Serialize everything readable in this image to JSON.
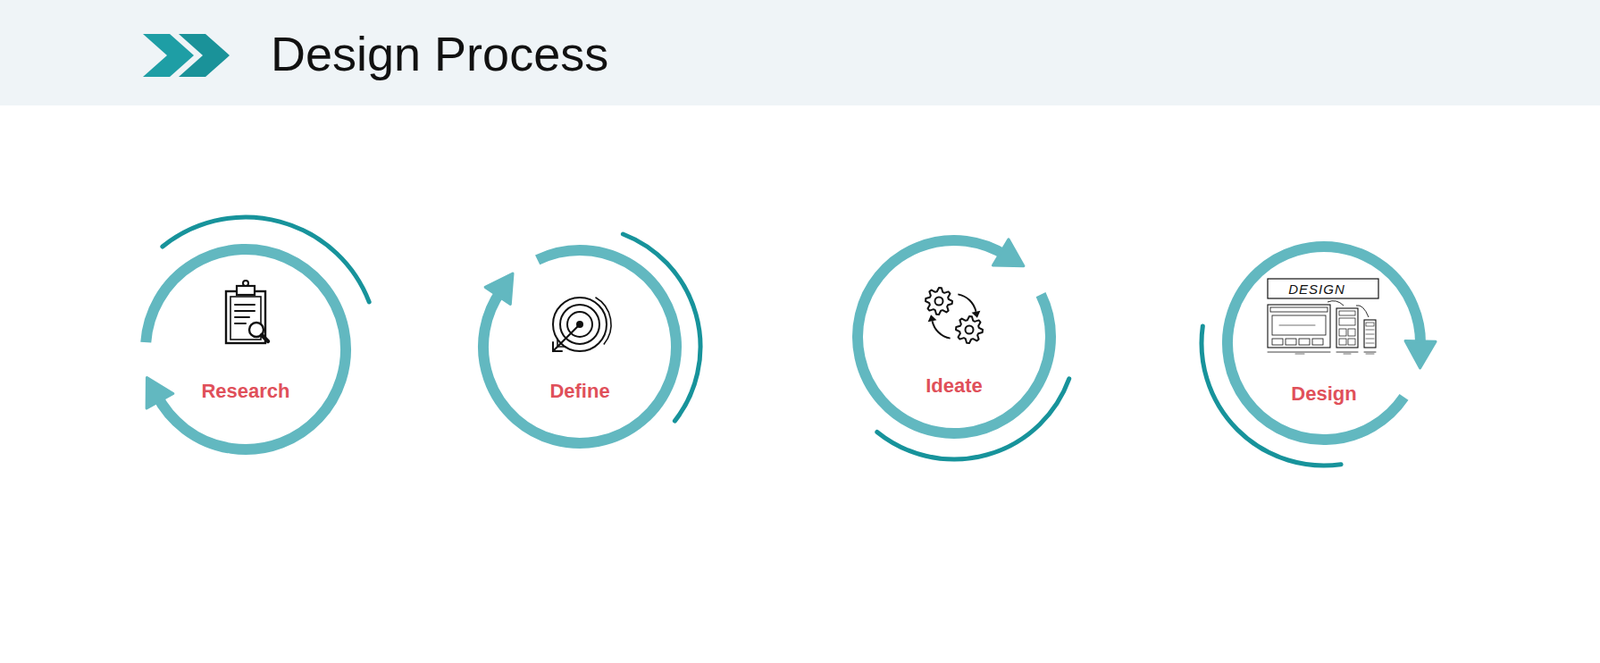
{
  "diagram": {
    "title": "Design Process",
    "nodes": [
      {
        "text": [
          "Research"
        ]
      },
      {
        "text": [
          "Define"
        ]
      },
      {
        "text": [
          "Ideate"
        ]
      },
      {
        "text": [
          "Design"
        ]
      }
    ],
    "labels": [
      "DESIGN"
    ]
  }
}
